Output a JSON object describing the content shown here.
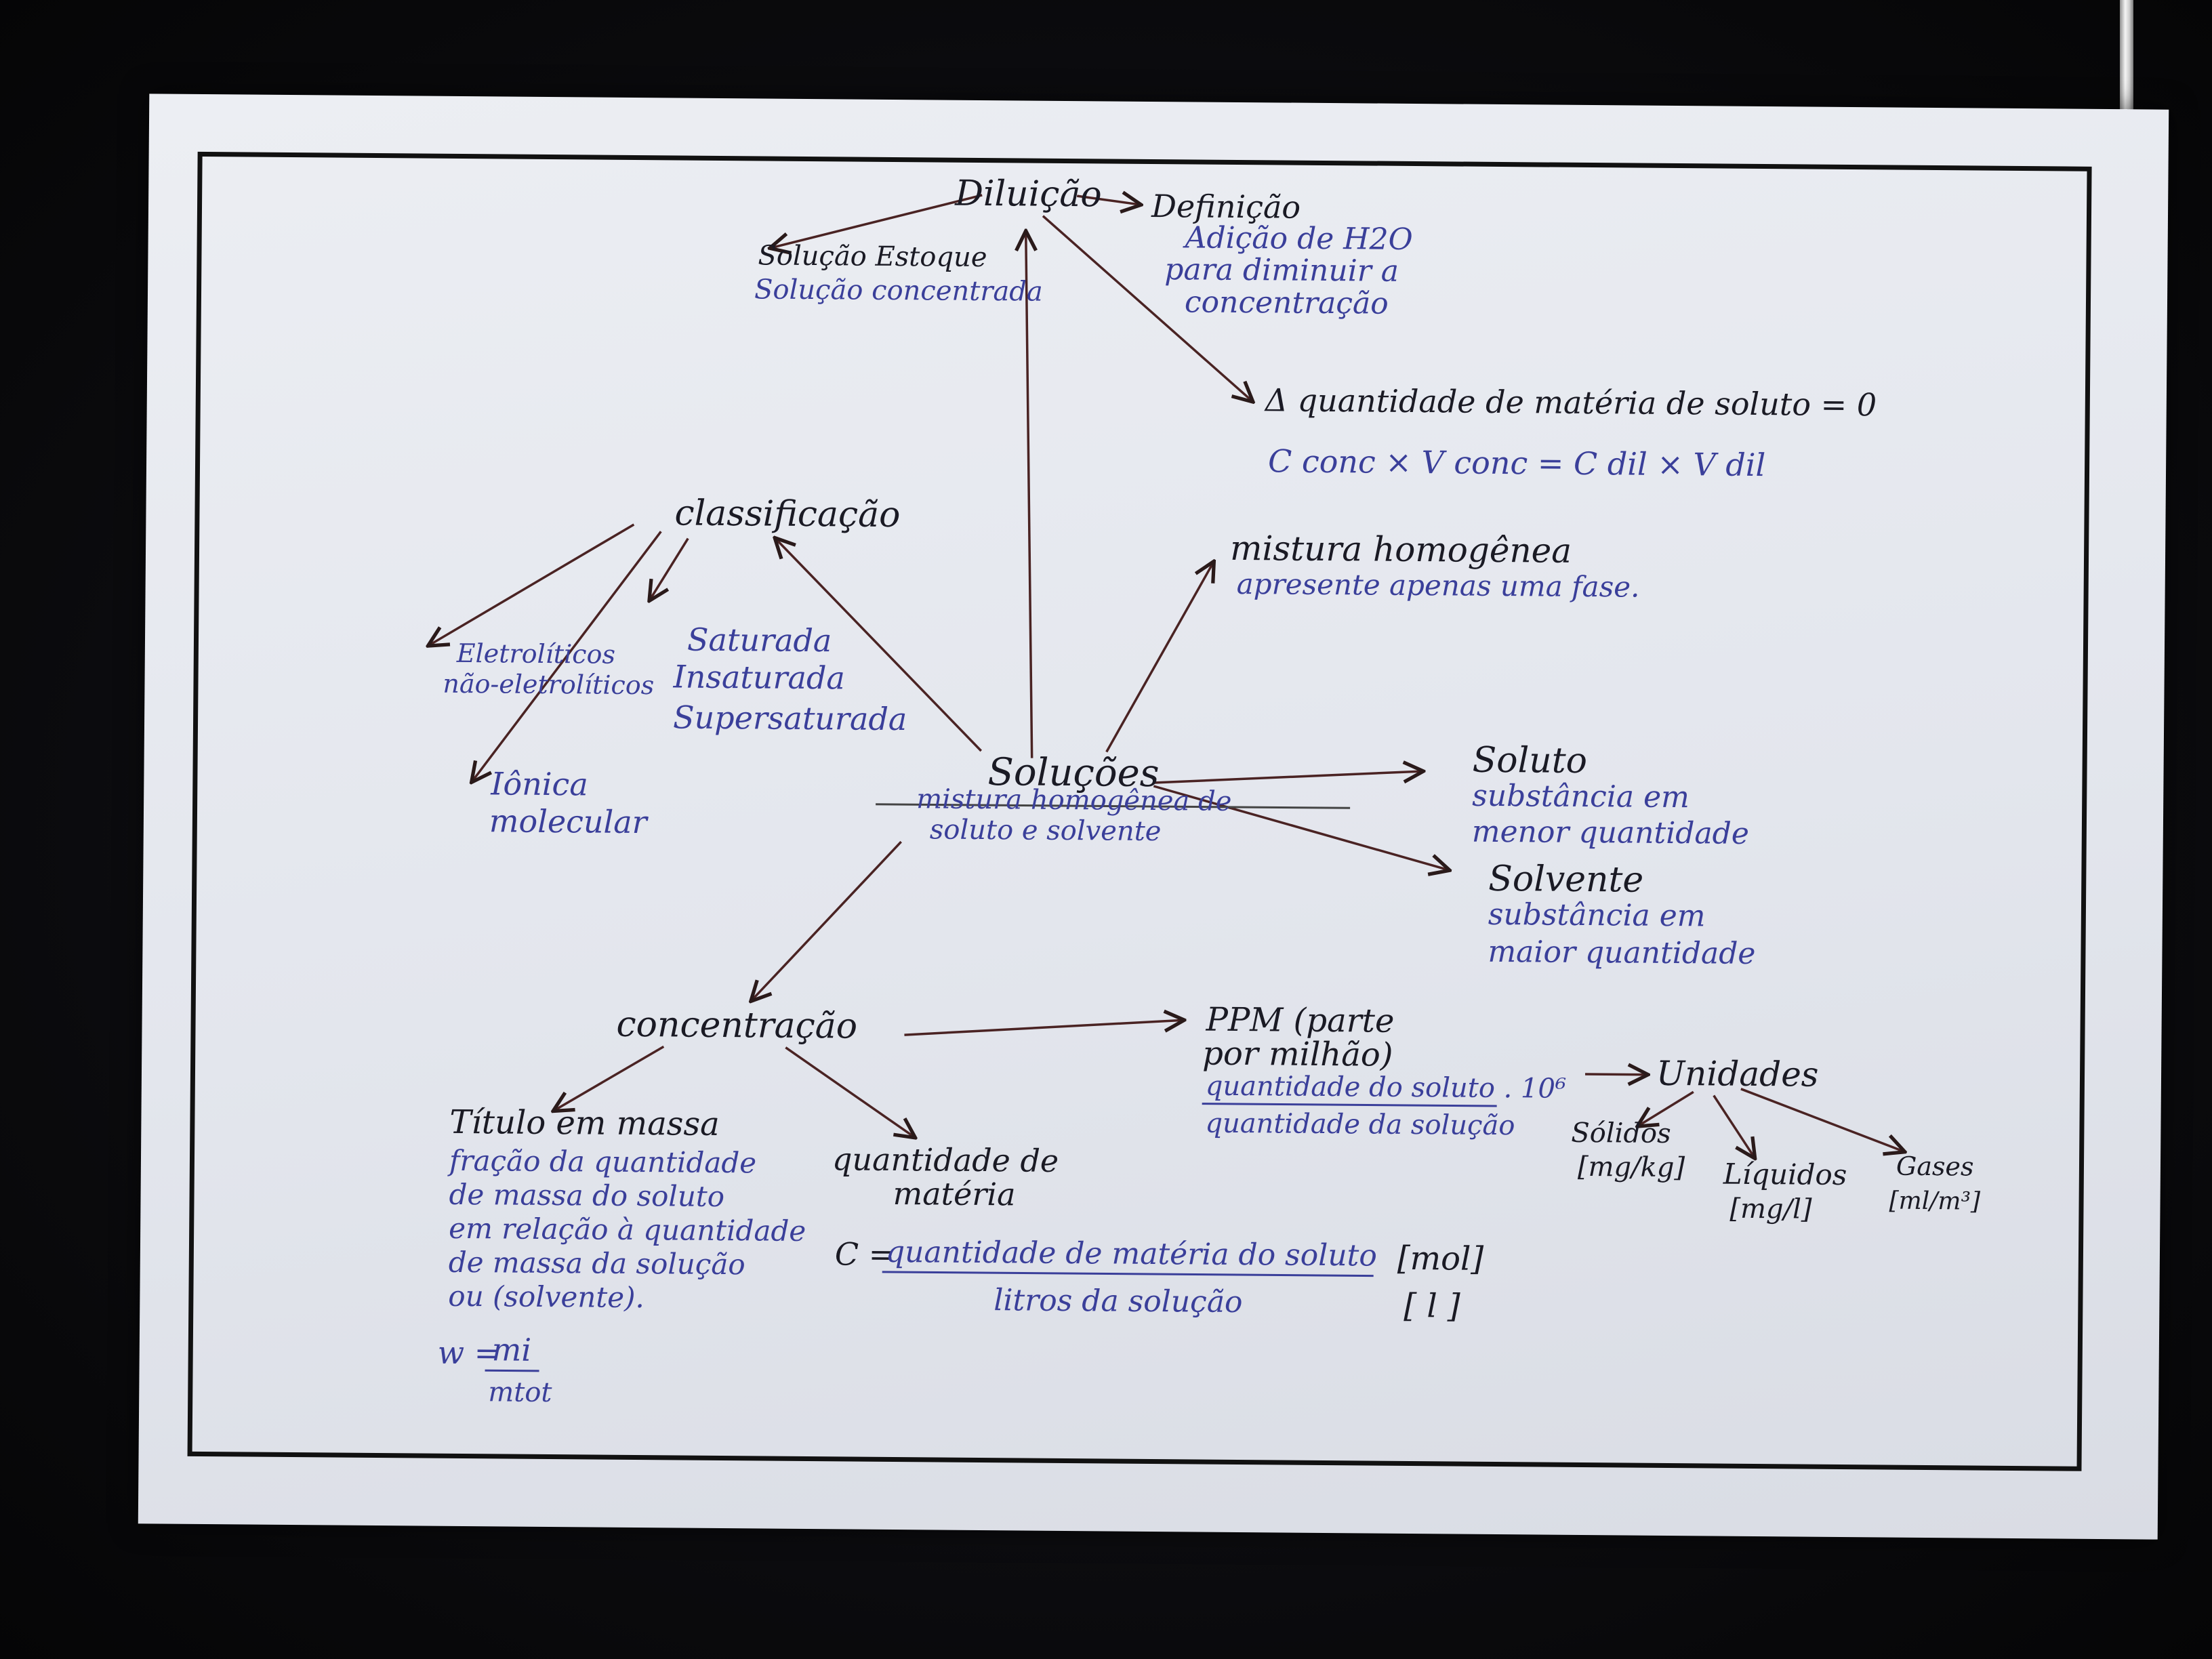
{
  "center": {
    "title": "Soluções",
    "definition": [
      "mistura homogênea de",
      "soluto e solvente"
    ]
  },
  "diluicao": {
    "title": "Diluição",
    "estoque": {
      "title": "Solução Estoque",
      "text": "Solução concentrada"
    },
    "definicao": {
      "title": "Definição",
      "lines": [
        "Adição de H2O",
        "para diminuir a",
        "concentração"
      ]
    },
    "delta": "Δ quantidade de matéria de soluto = 0",
    "formula": "C conc × V conc = C dil × V dil"
  },
  "classificacao": {
    "title": "classificação",
    "left_group": [
      "Eletrolíticos",
      "não-eletrolíticos"
    ],
    "ionic_group": [
      "Iônica",
      "molecular"
    ],
    "saturation": [
      "Saturada",
      "Insaturada",
      "Supersaturada"
    ]
  },
  "mistura": {
    "title": "mistura homogênea",
    "text": "apresente apenas uma fase."
  },
  "soluto": {
    "title": "Soluto",
    "lines": [
      "substância em",
      "menor quantidade"
    ]
  },
  "solvente": {
    "title": "Solvente",
    "lines": [
      "substância em",
      "maior quantidade"
    ]
  },
  "concentracao": {
    "title": "concentração",
    "titulo_massa": {
      "title": "Título em massa",
      "lines": [
        "fração da quantidade",
        "de massa do soluto",
        "em relação à quantidade",
        "de massa da solução",
        "ou (solvente)."
      ],
      "formula_lhs": "w =",
      "formula_num": "mi",
      "formula_den": "mtot"
    },
    "quantidade_materia": {
      "title": [
        "quantidade de",
        "matéria"
      ],
      "formula_lhs": "C =",
      "numerator": "quantidade de matéria do soluto",
      "denominator": "litros da solução",
      "unit_num": "[mol]",
      "unit_den": "[ l ]"
    },
    "ppm": {
      "title": [
        "PPM (parte",
        "por milhão)"
      ],
      "numerator": "quantidade do soluto . 10⁶",
      "denominator": "quantidade da solução"
    },
    "unidades": {
      "title": "Unidades",
      "items": [
        {
          "label": "Sólidos",
          "unit": "[mg/kg]"
        },
        {
          "label": "Líquidos",
          "unit": "[mg/l]"
        },
        {
          "label": "Gases",
          "unit": "[ml/m³]"
        }
      ]
    }
  },
  "colors": {
    "paper": "#e6e8ee",
    "black_ink": "#1a1a24",
    "blue_ink": "#3a3f9a",
    "arrow_ink": "#4a2323"
  }
}
